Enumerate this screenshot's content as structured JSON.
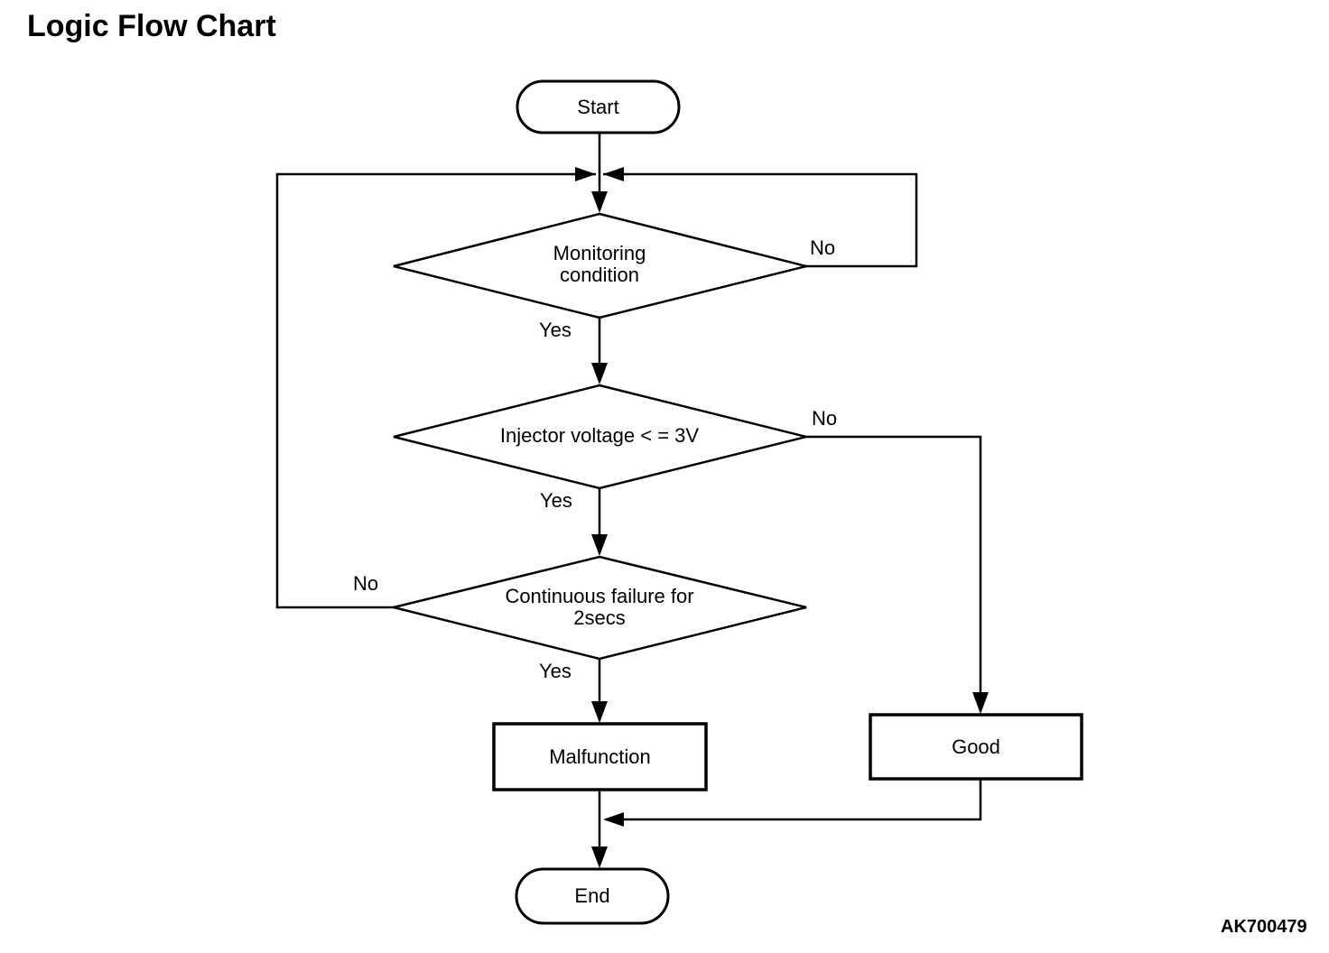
{
  "page": {
    "title": "Logic Flow Chart",
    "figure_code": "AK700479",
    "background_color": "#ffffff",
    "line_color": "#000000"
  },
  "flowchart": {
    "nodes": [
      {
        "id": "start",
        "type": "terminator",
        "label": "Start"
      },
      {
        "id": "monitoring",
        "type": "decision",
        "label": "Monitoring condition"
      },
      {
        "id": "injector_voltage",
        "type": "decision",
        "label": "Injector voltage < = 3V"
      },
      {
        "id": "continuous_failure",
        "type": "decision",
        "label": "Continuous failure for 2secs"
      },
      {
        "id": "malfunction",
        "type": "process",
        "label": "Malfunction"
      },
      {
        "id": "good",
        "type": "process",
        "label": "Good"
      },
      {
        "id": "end",
        "type": "terminator",
        "label": "End"
      }
    ],
    "edges": [
      {
        "from": "start",
        "to": "monitoring"
      },
      {
        "from": "monitoring",
        "to": "injector_voltage",
        "label": "Yes"
      },
      {
        "from": "monitoring",
        "to": "loop_junction",
        "label": "No"
      },
      {
        "from": "injector_voltage",
        "to": "continuous_failure",
        "label": "Yes"
      },
      {
        "from": "injector_voltage",
        "to": "good",
        "label": "No"
      },
      {
        "from": "continuous_failure",
        "to": "malfunction",
        "label": "Yes"
      },
      {
        "from": "continuous_failure",
        "to": "loop_junction",
        "label": "No"
      },
      {
        "from": "malfunction",
        "to": "end"
      },
      {
        "from": "good",
        "to": "end"
      }
    ]
  }
}
